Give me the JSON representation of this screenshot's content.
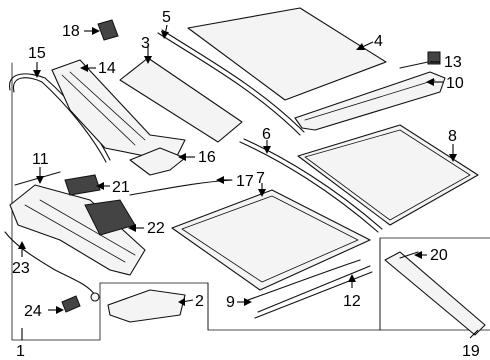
{
  "diagram": {
    "callouts": [
      {
        "key": "p1",
        "text": "1"
      },
      {
        "key": "p2",
        "text": "2"
      },
      {
        "key": "p3",
        "text": "3"
      },
      {
        "key": "p4",
        "text": "4"
      },
      {
        "key": "p5",
        "text": "5"
      },
      {
        "key": "p6",
        "text": "6"
      },
      {
        "key": "p7",
        "text": "7"
      },
      {
        "key": "p8",
        "text": "8"
      },
      {
        "key": "p9",
        "text": "9"
      },
      {
        "key": "p10",
        "text": "10"
      },
      {
        "key": "p11",
        "text": "11"
      },
      {
        "key": "p12",
        "text": "12"
      },
      {
        "key": "p13",
        "text": "13"
      },
      {
        "key": "p14",
        "text": "14"
      },
      {
        "key": "p15",
        "text": "15"
      },
      {
        "key": "p16",
        "text": "16"
      },
      {
        "key": "p17",
        "text": "17"
      },
      {
        "key": "p18",
        "text": "18"
      },
      {
        "key": "p19",
        "text": "19"
      },
      {
        "key": "p20",
        "text": "20"
      },
      {
        "key": "p21",
        "text": "21"
      },
      {
        "key": "p22",
        "text": "22"
      },
      {
        "key": "p23",
        "text": "23"
      },
      {
        "key": "p24",
        "text": "24"
      }
    ]
  }
}
